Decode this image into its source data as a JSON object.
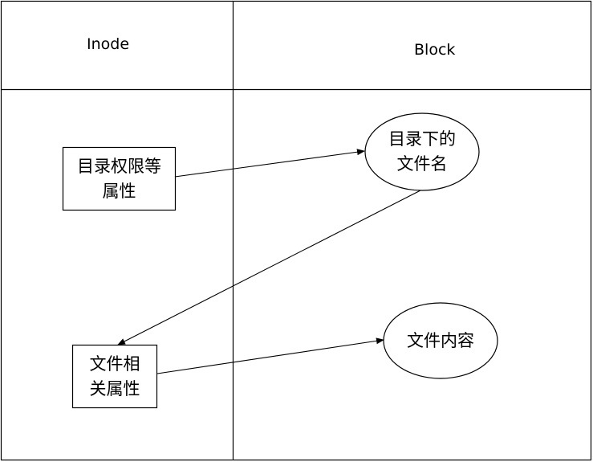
{
  "headers": {
    "left": "Inode",
    "right": "Block"
  },
  "nodes": {
    "dir_attr": {
      "line1": "目录权限等",
      "line2": "属性",
      "shape": "rectangle"
    },
    "file_attr": {
      "line1": "文件相",
      "line2": "关属性",
      "shape": "rectangle"
    },
    "dir_files": {
      "line1": "目录下的",
      "line2": "文件名",
      "shape": "ellipse"
    },
    "file_content": {
      "line1": "文件内容",
      "shape": "ellipse"
    }
  },
  "edges": [
    {
      "from": "dir_attr",
      "to": "dir_files"
    },
    {
      "from": "dir_files",
      "to": "file_attr"
    },
    {
      "from": "file_attr",
      "to": "file_content"
    }
  ],
  "colors": {
    "stroke": "#000000",
    "background": "#ffffff"
  }
}
